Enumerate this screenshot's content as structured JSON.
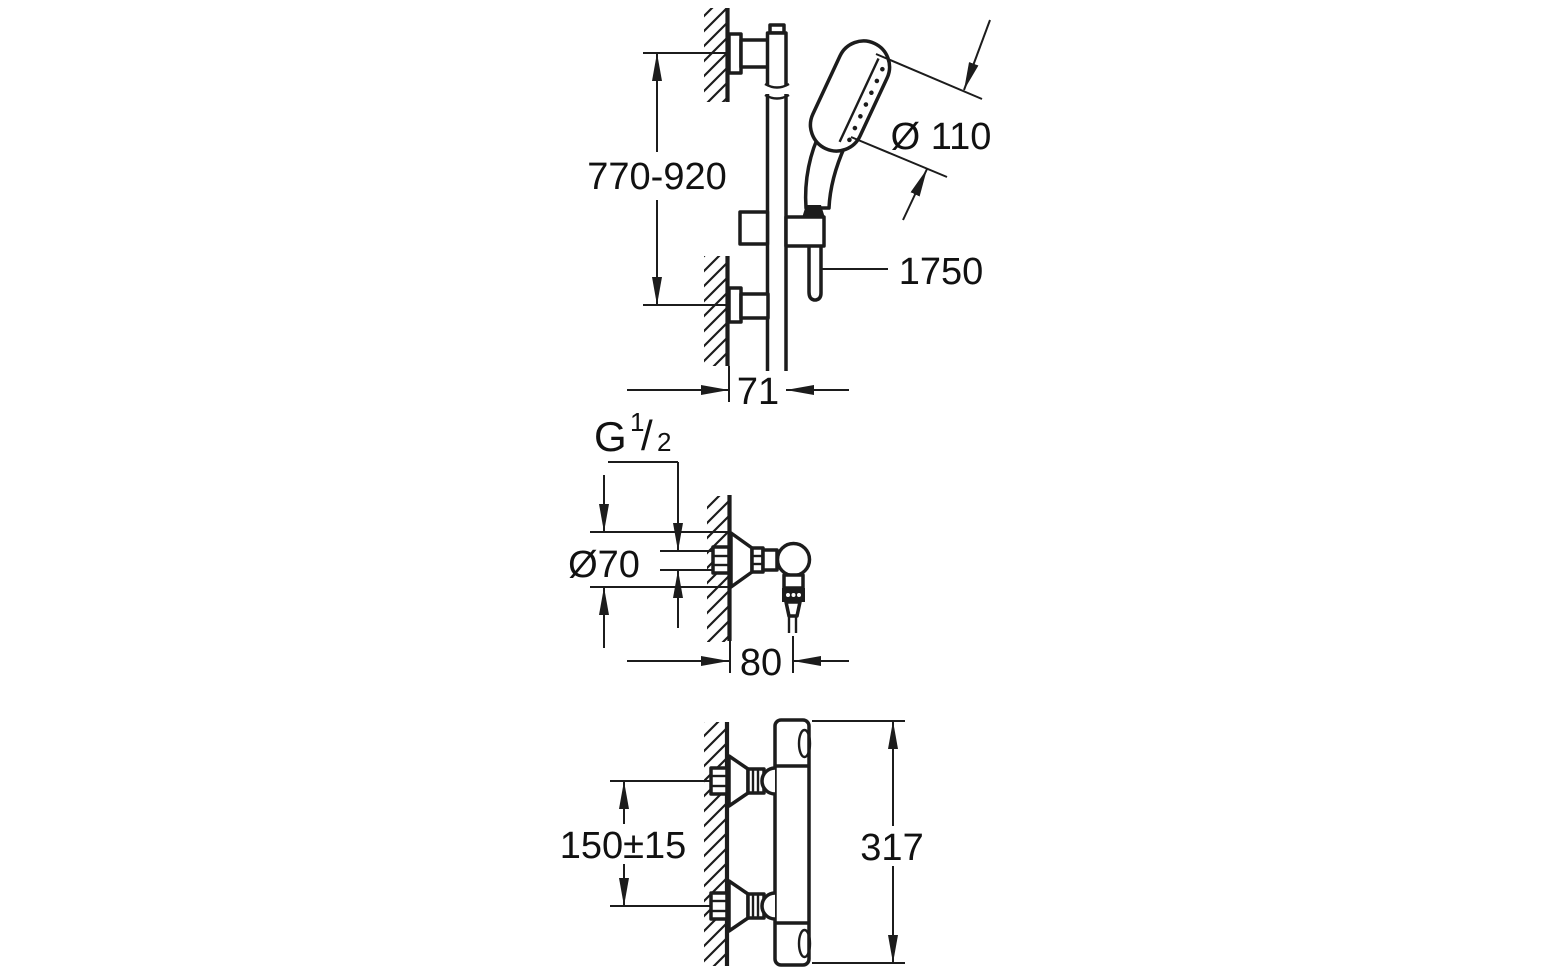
{
  "meta": {
    "kind": "technical-dimension-drawing",
    "subject": "thermostatic shower mixer with shower rail set",
    "background": "#ffffff",
    "line_color": "#1c1c1c",
    "text_color": "#111111"
  },
  "views": {
    "rail_front": {
      "name": "shower-rail-set-front-view",
      "labels": {
        "height_range": "770-920",
        "head_diameter": "Ø 110",
        "hose_length": "1750",
        "rail_offset": "71"
      }
    },
    "valve_side": {
      "name": "mixer-valve-side-view",
      "labels": {
        "thread_g": "G",
        "thread_sup": "1",
        "thread_slash": "/",
        "thread_sub": "2",
        "escutcheon_diameter": "Ø70",
        "wall_offset": "80"
      }
    },
    "valve_front": {
      "name": "thermostat-mixer-front-view",
      "labels": {
        "inlet_spacing": "150±15",
        "overall_height": "317"
      }
    }
  }
}
